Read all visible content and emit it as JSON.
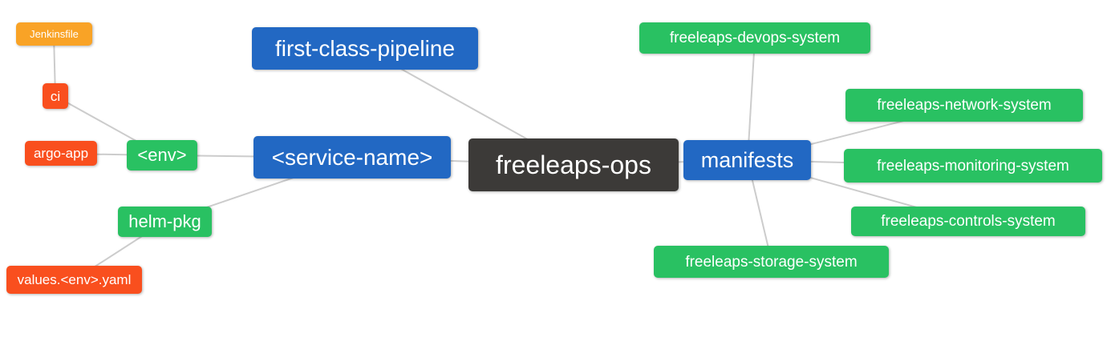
{
  "palette": {
    "root": "#3c3a38",
    "primary": "#2268c3",
    "green": "#29c162",
    "orange": "#f9a326",
    "red": "#f94f1e",
    "edge": "#cccccc",
    "text": "#ffffff",
    "background": "#ffffff"
  },
  "nodes": [
    {
      "id": "jenkinsfile",
      "label": "Jenkinsfile",
      "color": "orange"
    },
    {
      "id": "ci",
      "label": "ci",
      "color": "red"
    },
    {
      "id": "argo-app",
      "label": "argo-app",
      "color": "red"
    },
    {
      "id": "env",
      "label": "<env>",
      "color": "green"
    },
    {
      "id": "helm-pkg",
      "label": "helm-pkg",
      "color": "green"
    },
    {
      "id": "values-env-yaml",
      "label": "values.<env>.yaml",
      "color": "red"
    },
    {
      "id": "first-class-pipeline",
      "label": "first-class-pipeline",
      "color": "primary"
    },
    {
      "id": "service-name",
      "label": "<service-name>",
      "color": "primary"
    },
    {
      "id": "freeleaps-ops",
      "label": "freeleaps-ops",
      "color": "root"
    },
    {
      "id": "manifests",
      "label": "manifests",
      "color": "primary"
    },
    {
      "id": "freeleaps-devops-system",
      "label": "freeleaps-devops-system",
      "color": "green"
    },
    {
      "id": "freeleaps-network-system",
      "label": "freeleaps-network-system",
      "color": "green"
    },
    {
      "id": "freeleaps-monitoring-system",
      "label": "freeleaps-monitoring-system",
      "color": "green"
    },
    {
      "id": "freeleaps-controls-system",
      "label": "freeleaps-controls-system",
      "color": "green"
    },
    {
      "id": "freeleaps-storage-system",
      "label": "freeleaps-storage-system",
      "color": "green"
    }
  ],
  "edges": [
    {
      "from": "jenkinsfile",
      "to": "ci"
    },
    {
      "from": "ci",
      "to": "env"
    },
    {
      "from": "argo-app",
      "to": "env"
    },
    {
      "from": "env",
      "to": "service-name"
    },
    {
      "from": "helm-pkg",
      "to": "service-name"
    },
    {
      "from": "values-env-yaml",
      "to": "helm-pkg"
    },
    {
      "from": "first-class-pipeline",
      "to": "freeleaps-ops"
    },
    {
      "from": "service-name",
      "to": "freeleaps-ops"
    },
    {
      "from": "freeleaps-ops",
      "to": "manifests"
    },
    {
      "from": "manifests",
      "to": "freeleaps-devops-system"
    },
    {
      "from": "manifests",
      "to": "freeleaps-network-system"
    },
    {
      "from": "manifests",
      "to": "freeleaps-monitoring-system"
    },
    {
      "from": "manifests",
      "to": "freeleaps-controls-system"
    },
    {
      "from": "manifests",
      "to": "freeleaps-storage-system"
    }
  ]
}
